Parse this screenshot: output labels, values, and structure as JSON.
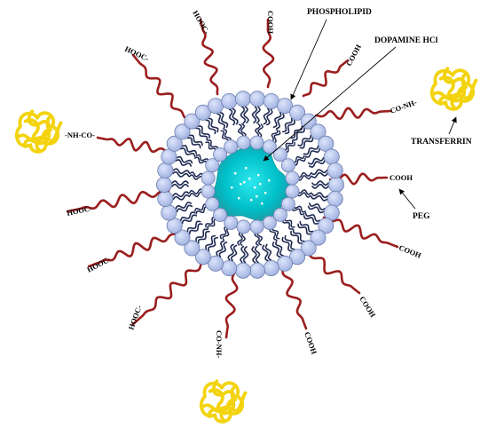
{
  "labels": {
    "phospholipid": "PHOSPHOLIPID",
    "dopamine": "DOPAMINE HCl",
    "transferrin": "TRANSFERRIN",
    "peg": "PEG"
  },
  "groups": {
    "cooh": "COOH",
    "hooc": "HOOC-",
    "co_nh": "CO-NH-",
    "nh_co": "-NH-CO-"
  },
  "colors": {
    "head_fill": "#b4c2ea",
    "head_stroke": "#6d7fae",
    "tail": "#1f2a52",
    "core_center": "#00c8d0",
    "core_edge": "#0bb0b8",
    "peg_chain": "#9b1e1e",
    "protein": "#f2d30e",
    "protein_stroke": "#c9a800",
    "arrow": "#000000"
  },
  "icons": [
    "phospholipid-head-icon",
    "peg-chain-icon",
    "transferrin-protein-icon"
  ]
}
